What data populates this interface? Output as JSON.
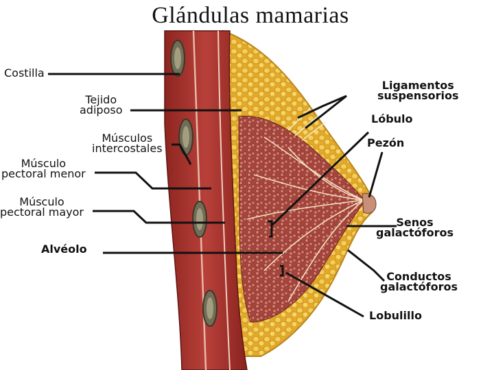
{
  "title": "Glándulas mamarias",
  "labels": {
    "costilla": "Costilla",
    "tejido_1": "Tejido",
    "tejido_2": "adiposo",
    "musc_inter_1": "Músculos",
    "musc_inter_2": "intercostales",
    "musc_menor_1": "Músculo",
    "musc_menor_2": "pectoral menor",
    "musc_mayor_1": "Músculo",
    "musc_mayor_2": "pectoral mayor",
    "alveolo": "Alvéolo",
    "ligamentos_1": "Ligamentos",
    "ligamentos_2": "suspensorios",
    "lobulo": "Lóbulo",
    "pezon": "Pezón",
    "senos_1": "Senos",
    "senos_2": "galactóforos",
    "conductos_1": "Conductos",
    "conductos_2": "galactóforos",
    "lobulillo": "Lobulillo"
  },
  "colors": {
    "muscle": "#a8322c",
    "muscle_dark": "#6e1c18",
    "fat": "#e8b634",
    "fat_light": "#f4d872",
    "gland": "#b5554a",
    "gland_dark": "#7a2a24",
    "rib": "#6d6a55"
  }
}
